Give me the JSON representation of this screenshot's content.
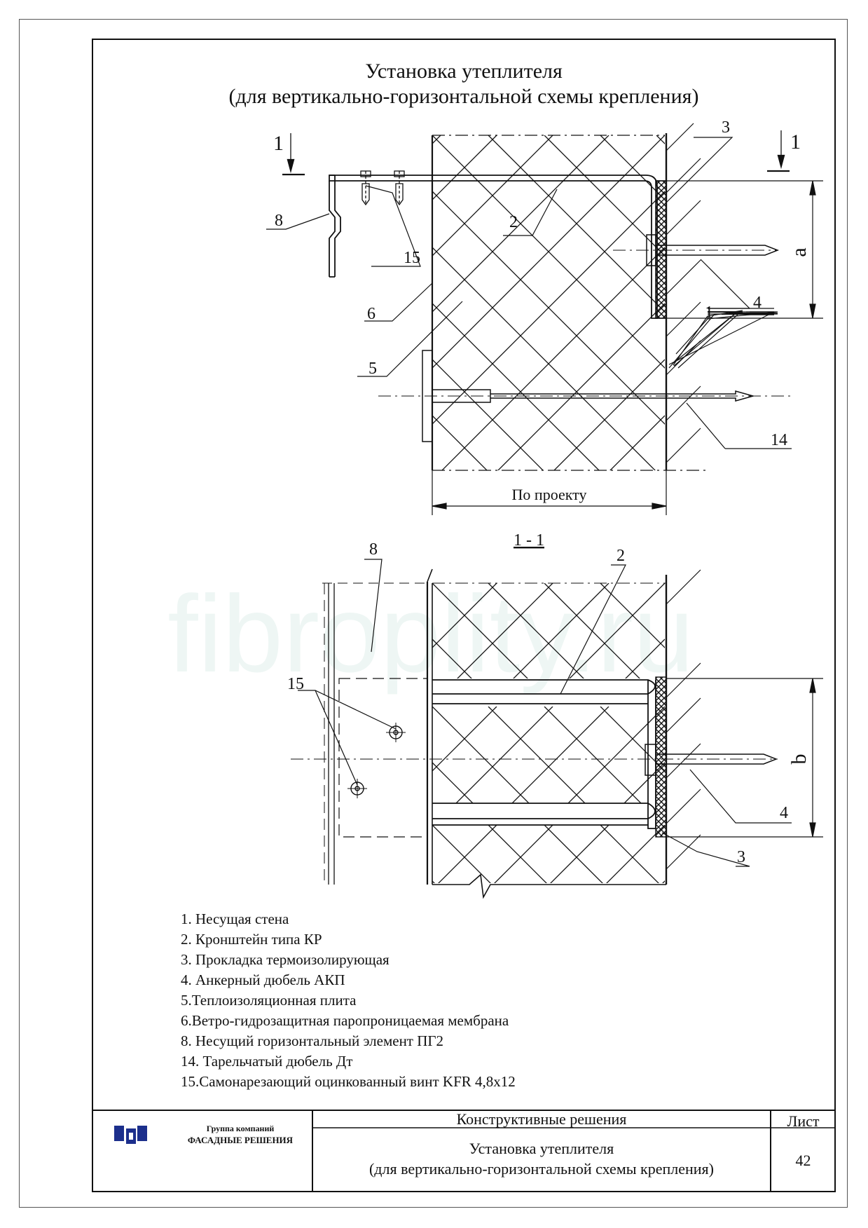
{
  "title": {
    "line1": "Установка утеплителя",
    "line2": "(для вертикально-горизонтальной схемы крепления)"
  },
  "watermark": "fibroplity.ru",
  "top_view": {
    "section_mark_left": "1",
    "section_mark_right": "1",
    "dimension_width": "По проекту",
    "dimension_height": "a",
    "callouts": [
      "8",
      "15",
      "2",
      "6",
      "5",
      "3",
      "4",
      "1",
      "14"
    ]
  },
  "section_view": {
    "label": "1 - 1",
    "dimension_height": "b",
    "callouts": [
      "8",
      "2",
      "15",
      "4",
      "3"
    ]
  },
  "legend": [
    "1. Несущая стена",
    "2. Кронштейн типа КР",
    "3. Прокладка термоизолирующая",
    "4. Анкерный дюбель АКП",
    "5.Теплоизоляционная плита",
    "6.Ветро-гидрозащитная паропроницаемая мембрана",
    "8. Несущий горизонтальный элемент ПГ2",
    "14. Тарельчатый дюбель  Дт",
    "15.Самонарезающий оцинкованный винт KFR 4,8x12"
  ],
  "stamp": {
    "company_line1": "Группа компаний",
    "company_line2": "ФАСАДНЫЕ РЕШЕНИЯ",
    "section": "Конструктивные решения",
    "sheet_label": "Лист",
    "sheet_title_line1": "Установка утеплителя",
    "sheet_title_line2": "(для вертикально-горизонтальной схемы крепления)",
    "sheet_number": "42"
  },
  "colors": {
    "line": "#111111",
    "watermark": "#eef6f4",
    "logo_blue": "#1c2f8c"
  }
}
